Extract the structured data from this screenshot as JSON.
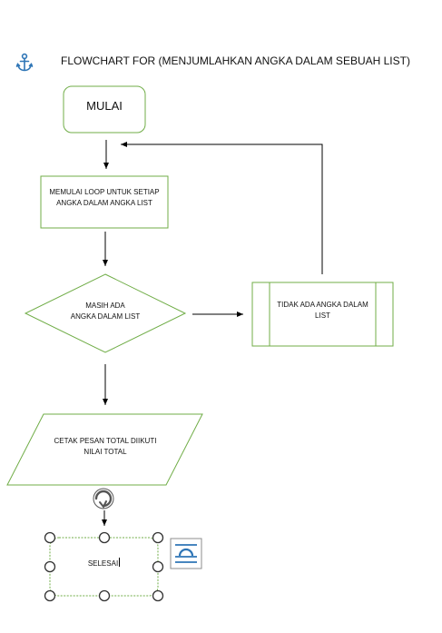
{
  "title": "FLOWCHART FOR (MENJUMLAHKAN ANGKA DALAM SEBUAH LIST)",
  "colors": {
    "shape_border": "#70ad47",
    "connector": "#000000",
    "anchor": "#2e75b6",
    "handle": "#444444",
    "layout_icon": "#2e75b6"
  },
  "nodes": {
    "start": {
      "text": "MULAI"
    },
    "loop": {
      "line1": "MEMULAI LOOP UNTUK SETIAP",
      "line2": "ANGKA DALAM ANGKA LIST"
    },
    "decision": {
      "line1": "MASIH ADA",
      "line2": "ANGKA DALAM LIST"
    },
    "process": {
      "line1": "TIDAK ADA ANGKA DALAM",
      "line2": "LIST"
    },
    "output": {
      "line1": "CETAK PESAN TOTAL DIIKUTI",
      "line2": "NILAI TOTAL"
    },
    "end": {
      "text": "SELESAI"
    }
  },
  "icons": {
    "anchor": "anchor-icon",
    "rotate": "rotate-handle-icon",
    "layout": "layout-options-icon"
  }
}
